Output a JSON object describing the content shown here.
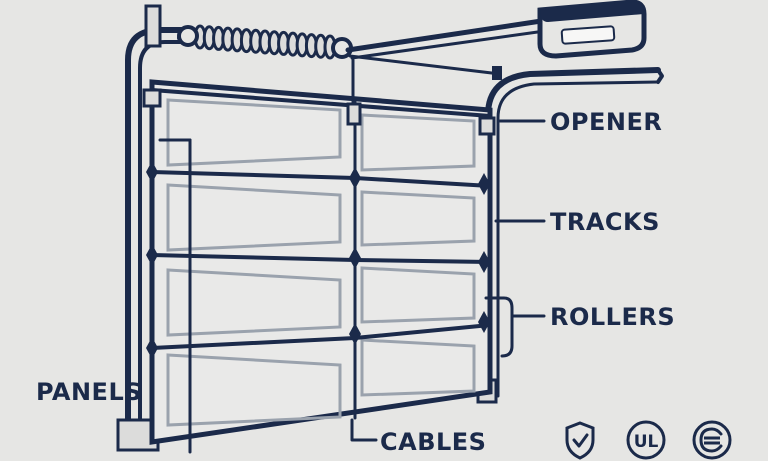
{
  "labels": {
    "opener": "OPENER",
    "tracks": "TRACKS",
    "rollers": "ROLLERS",
    "panels": "PANELS",
    "cables": "CABLES"
  },
  "badges": {
    "ul_text": "UL",
    "icons": [
      "shield-check-icon",
      "ul-certified-icon",
      "energy-e-icon"
    ]
  },
  "colors": {
    "ink": "#1b2a4a",
    "background": "#e6e6e4",
    "door_fill": "#e9e9e8",
    "panel_inset": "#9aa2ad"
  }
}
